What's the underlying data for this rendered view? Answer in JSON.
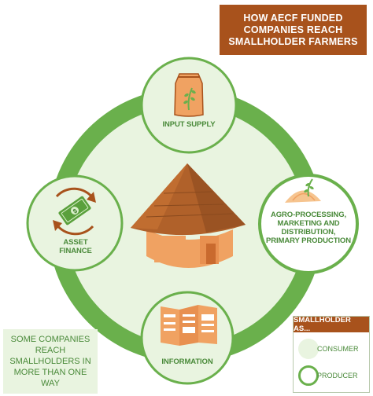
{
  "title": "HOW AECF FUNDED COMPANIES REACH SMALLHOLDER FARMERS",
  "nodes": {
    "input_supply": "INPUT SUPPLY",
    "agro_processing": "AGRO-PROCESSING, MARKETING AND DISTRIBUTION, PRIMARY PRODUCTION",
    "information": "INFORMATION",
    "asset_finance": "ASSET FINANCE"
  },
  "note": "SOME COMPANIES REACH SMALLHOLDERS IN MORE THAN ONE WAY",
  "legend": {
    "heading": "SMALLHOLDER AS...",
    "consumer": "CONSUMER",
    "producer": "PRODUCER"
  },
  "colors": {
    "ring_green": "#6ab04c",
    "pale_green": "#e9f4e0",
    "title_brown": "#a8521c",
    "text_green": "#4a8a3a",
    "roof_brown": "#b0612a",
    "wall_orange": "#f0a262"
  }
}
